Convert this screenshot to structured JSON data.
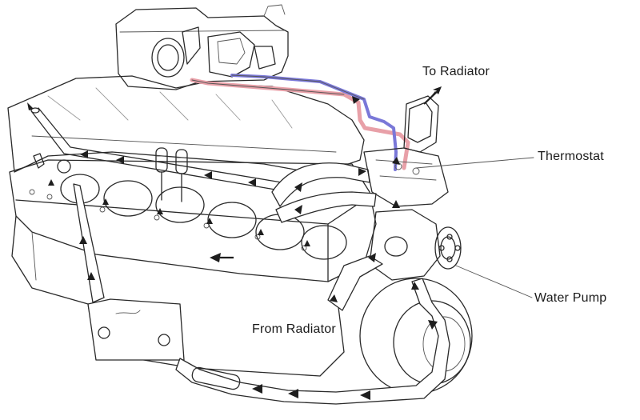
{
  "labels": {
    "to_radiator": "To Radiator",
    "thermostat": "Thermostat",
    "water_pump": "Water Pump",
    "from_radiator": "From Radiator"
  },
  "colors": {
    "line": "#2a2a2a",
    "hot_coolant": "#e8a0a8",
    "cool_coolant": "#7a78d8",
    "flow_arrow": "#1e1e1e",
    "background": "#ffffff"
  }
}
